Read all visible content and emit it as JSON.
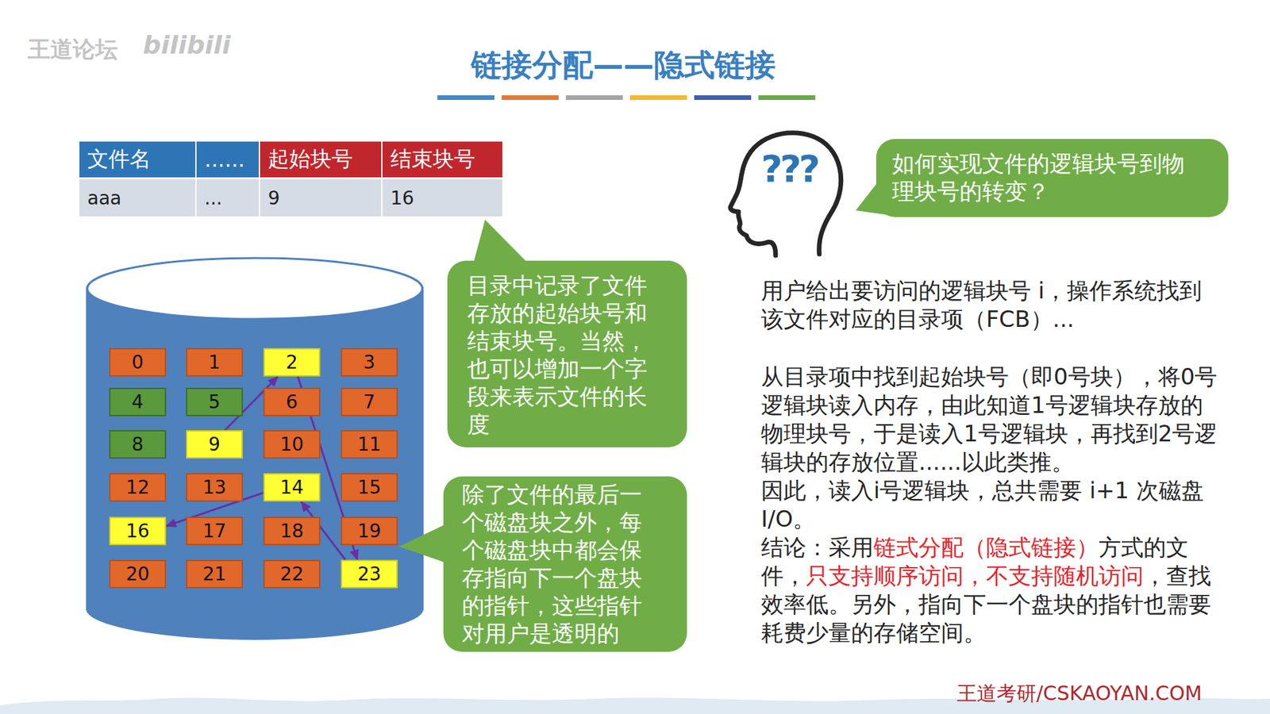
{
  "diagram": {
    "title": "链接分配——隐式链接",
    "nodes": [
      {
        "text": [
          "0"
        ]
      },
      {
        "text": [
          "1"
        ]
      },
      {
        "text": [
          "2"
        ]
      },
      {
        "text": [
          "3"
        ]
      },
      {
        "text": [
          "4"
        ]
      },
      {
        "text": [
          "5"
        ]
      },
      {
        "text": [
          "6"
        ]
      },
      {
        "text": [
          "7"
        ]
      },
      {
        "text": [
          "8"
        ]
      },
      {
        "text": [
          "9"
        ]
      },
      {
        "text": [
          "10"
        ]
      },
      {
        "text": [
          "11"
        ]
      },
      {
        "text": [
          "12"
        ]
      },
      {
        "text": [
          "13"
        ]
      },
      {
        "text": [
          "14"
        ]
      },
      {
        "text": [
          "15"
        ]
      },
      {
        "text": [
          "16"
        ]
      },
      {
        "text": [
          "17"
        ]
      },
      {
        "text": [
          "18"
        ]
      },
      {
        "text": [
          "19"
        ]
      },
      {
        "text": [
          "20"
        ]
      },
      {
        "text": [
          "21"
        ]
      },
      {
        "text": [
          "22"
        ]
      },
      {
        "text": [
          "23"
        ]
      },
      {
        "text": [
          "目录中记录了文件存放的起始块号和结束块号。当然，也可以增加一个字段来表示文件的长度"
        ]
      },
      {
        "text": [
          "除了文件的最后一个磁盘块之外，每个磁盘块中都会保存指向下一个盘块的指针，这些指针对用户是透明的"
        ]
      },
      {
        "text": [
          "如何实现文件的逻辑块号到物理块号的转变？"
        ]
      }
    ],
    "edges": [
      {
        "from": 9,
        "to": 2,
        "arrow": "to"
      },
      {
        "from": 2,
        "to": 23,
        "arrow": "to"
      },
      {
        "from": 23,
        "to": 14,
        "arrow": "to"
      },
      {
        "from": 14,
        "to": 16,
        "arrow": "to"
      }
    ],
    "labels": [
      "王道论坛",
      "bilibili",
      "文件名",
      "......",
      "起始块号",
      "结束块号",
      "aaa",
      "...",
      "9",
      "16",
      "???",
      "用户给出要访问的逻辑块号 i，操作系统找到该文件对应的目录项（FCB）...",
      "从目录项中找到起始块号（即0号块），将0号逻辑块读入内存，由此知道1号逻辑块存放的物理块号，于是读入1号逻辑块，再找到2号逻辑块的存放位置......以此类推。",
      "因此，读入i号逻辑块，总共需要 i+1 次磁盘I/O。",
      "结论：采用",
      "链式分配（隐式链接）",
      "方式的文件，",
      "只支持顺序访问，不支持随机访问",
      "，查找效率低。另外，指向下一个盘块的指针也需要耗费少量的存储空间。",
      "王道考研/CSKAOYAN.COM"
    ]
  }
}
